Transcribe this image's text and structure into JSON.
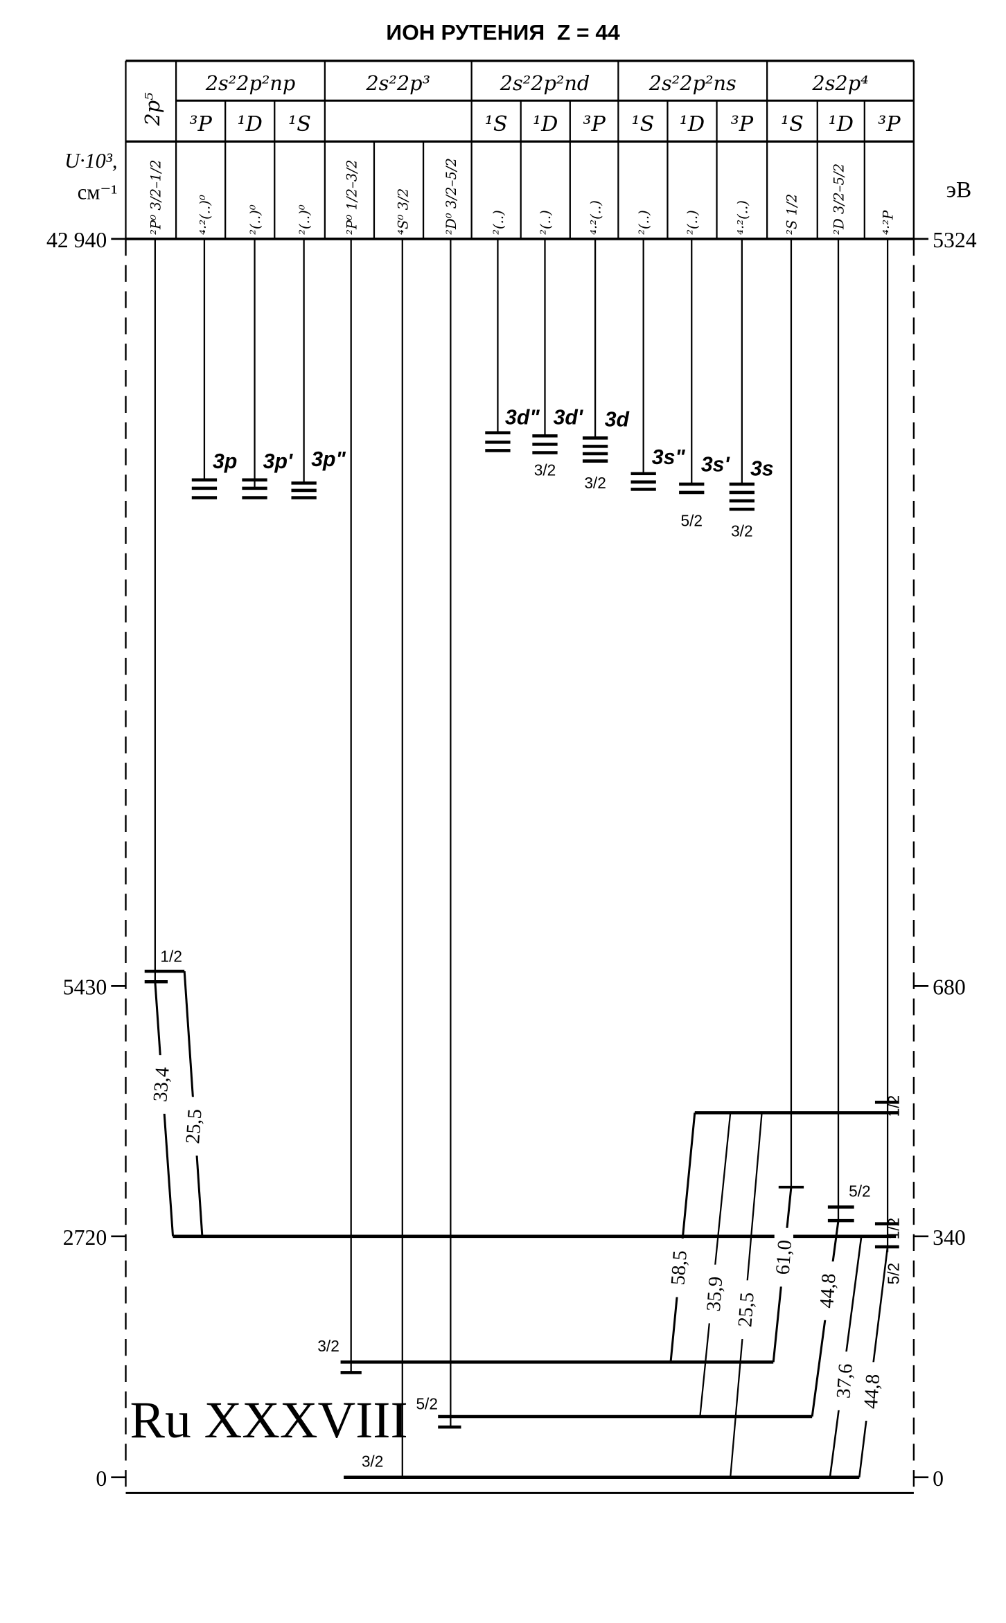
{
  "title": "ИОН РУТЕНИЯ  Z = 44",
  "ion_label": "Ru XXXVIII",
  "axis_left": {
    "label_line1": "U·10³,",
    "label_line2": "см⁻¹",
    "ticks": [
      "42 940",
      "5430",
      "2720",
      "0"
    ]
  },
  "axis_right": {
    "label": "эВ",
    "ticks": [
      "5324",
      "680",
      "340",
      "0"
    ]
  },
  "header": {
    "first_column": "2p⁵",
    "groups": [
      "2s²2p²np",
      "2s²2p³",
      "2s²2p²nd",
      "2s²2p²ns",
      "2s2p⁴"
    ],
    "subterms": [
      "³P",
      "¹D",
      "¹S",
      "¹S",
      "¹D",
      "³P",
      "¹S",
      "¹D",
      "³P",
      "¹S",
      "¹D",
      "³P"
    ],
    "terms": [
      "²P⁰ 3/2–1/2",
      "⁴·²(..)⁰",
      "²(..)⁰",
      "²(..)⁰",
      "²P⁰ 1/2–3/2",
      "⁴S⁰ 3/2",
      "²D⁰ 3/2–5/2",
      "²(..)",
      "²(..)",
      "⁴·²(..)",
      "²(..)",
      "²(..)",
      "⁴·²(..)",
      "²S 1/2",
      "²D 3/2–5/2",
      "⁴·²P"
    ]
  },
  "upper_levels": [
    {
      "label": "3p",
      "j": ""
    },
    {
      "label": "3p'",
      "j": ""
    },
    {
      "label": "3p\"",
      "j": ""
    },
    {
      "label": "3d\"",
      "j": ""
    },
    {
      "label": "3d'",
      "j": "3/2"
    },
    {
      "label": "3d",
      "j": "3/2"
    },
    {
      "label": "3s\"",
      "j": ""
    },
    {
      "label": "3s'",
      "j": "5/2"
    },
    {
      "label": "3s",
      "j": "3/2"
    }
  ],
  "level_j_labels": [
    "1/2",
    "1/2",
    "5/2",
    "1/2",
    "5/2",
    "3/2",
    "5/2",
    "3/2"
  ],
  "transitions": [
    "33,4",
    "25,5",
    "58,5",
    "35,9",
    "25,5",
    "61,0",
    "44,8",
    "37,6",
    "44,8"
  ]
}
